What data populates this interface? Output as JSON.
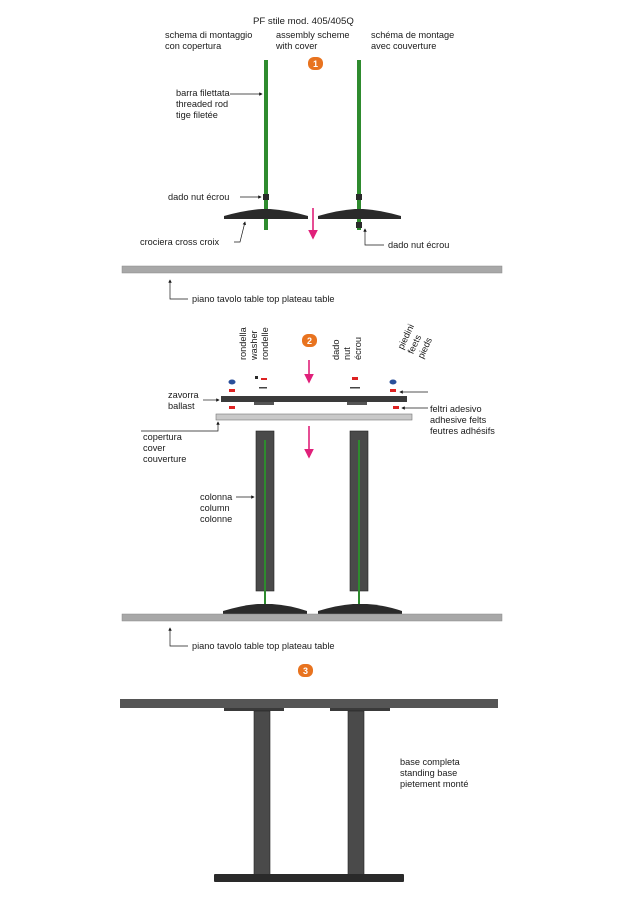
{
  "title": "PF stile  mod.   405/405Q",
  "header": {
    "it": [
      "schema di montaggio",
      "con copertura"
    ],
    "en": [
      "assembly scheme",
      "with cover"
    ],
    "fr": [
      "schéma de montage",
      "avec couverture"
    ]
  },
  "steps": [
    "1",
    "2",
    "3"
  ],
  "step1": {
    "rod": [
      "barra filettata",
      "threaded rod",
      "tige filetée"
    ],
    "nut_left": "dado   nut  écrou",
    "cross": "crociera  cross  croix",
    "nut_right": "dado  nut  écrou",
    "table_top": "piano tavolo   table top   plateau table"
  },
  "step2": {
    "washer": [
      "rondella",
      "washer",
      "rondelle"
    ],
    "nut": [
      "dado",
      "nut",
      "écrou"
    ],
    "feet": [
      "piedini",
      "feets",
      "pieds"
    ],
    "ballast": [
      "zavorra",
      "ballast"
    ],
    "felts": [
      "feltri adesivo",
      "adhesive felts",
      "feutres adhésifs"
    ],
    "cover": [
      "copertura",
      "cover",
      "couverture"
    ],
    "column": [
      "colonna",
      "column",
      "colonne"
    ],
    "table_top": "piano tavolo   table top   plateau table"
  },
  "step3": {
    "base": [
      "base completa",
      "standing base",
      "pietement monté"
    ]
  },
  "colors": {
    "rod": "#2e8b2e",
    "step_badge": "#e8731f",
    "arrow": "#e0207a",
    "table": "#a8a8a8",
    "dark": "#3a3a3a",
    "column": "#4a4a4a"
  }
}
